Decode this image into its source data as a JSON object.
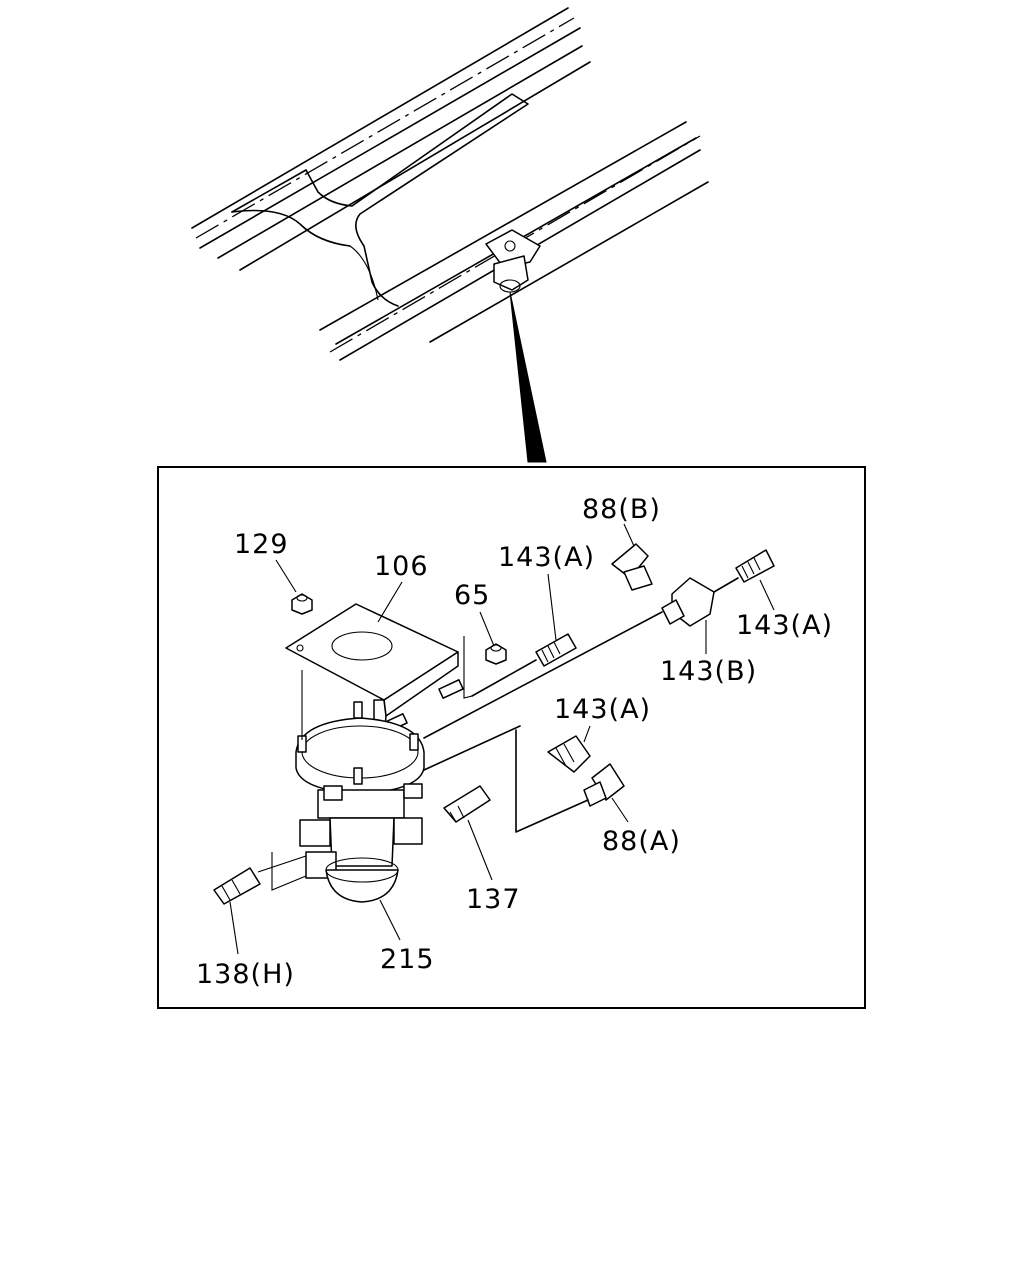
{
  "labels": {
    "p129": "129",
    "p106": "106",
    "p65": "65",
    "p88b": "88(B)",
    "p143a_top": "143(A)",
    "p143a_right": "143(A)",
    "p143b": "143(B)",
    "p143a_mid": "143(A)",
    "p88a": "88(A)",
    "p137": "137",
    "p138h": "138(H)",
    "p215": "215"
  }
}
